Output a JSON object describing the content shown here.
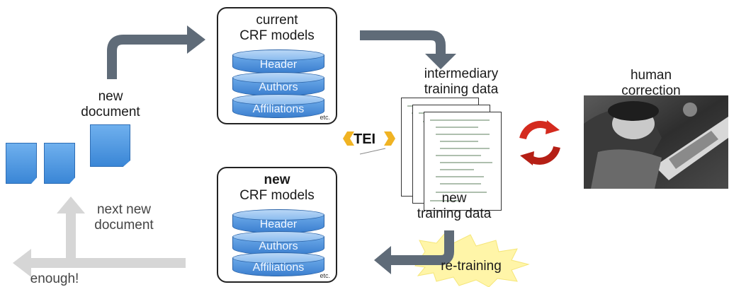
{
  "labels": {
    "new_document": "new\ndocument",
    "next_new_document": "next new\ndocument",
    "enough": "enough!",
    "intermediary_training_data": "intermediary\ntraining data",
    "new_training_data": "new\ntraining data",
    "human_correction": "human\ncorrection",
    "re_training": "re-training",
    "tei": "TEI"
  },
  "current_box": {
    "title_line1": "current",
    "title_line2": "CRF models",
    "models": [
      "Header",
      "Authors",
      "Affiliations"
    ],
    "etc": "etc."
  },
  "new_box": {
    "title_line1": "new",
    "title_line2": "CRF models",
    "models": [
      "Header",
      "Authors",
      "Affiliations"
    ],
    "etc": "etc."
  },
  "colors": {
    "arrow_dark": "#5f6b78",
    "arrow_light": "#d6d6d6",
    "model_blue": "#4a8fdc",
    "burst_yellow": "#fff5a8",
    "cycle_red": "#d42a1e",
    "tei_yellow": "#f0b323"
  },
  "icons": {
    "cycle": "refresh-cycle-icon",
    "tei": "tei-logo",
    "photo": "human-correction-photo"
  }
}
